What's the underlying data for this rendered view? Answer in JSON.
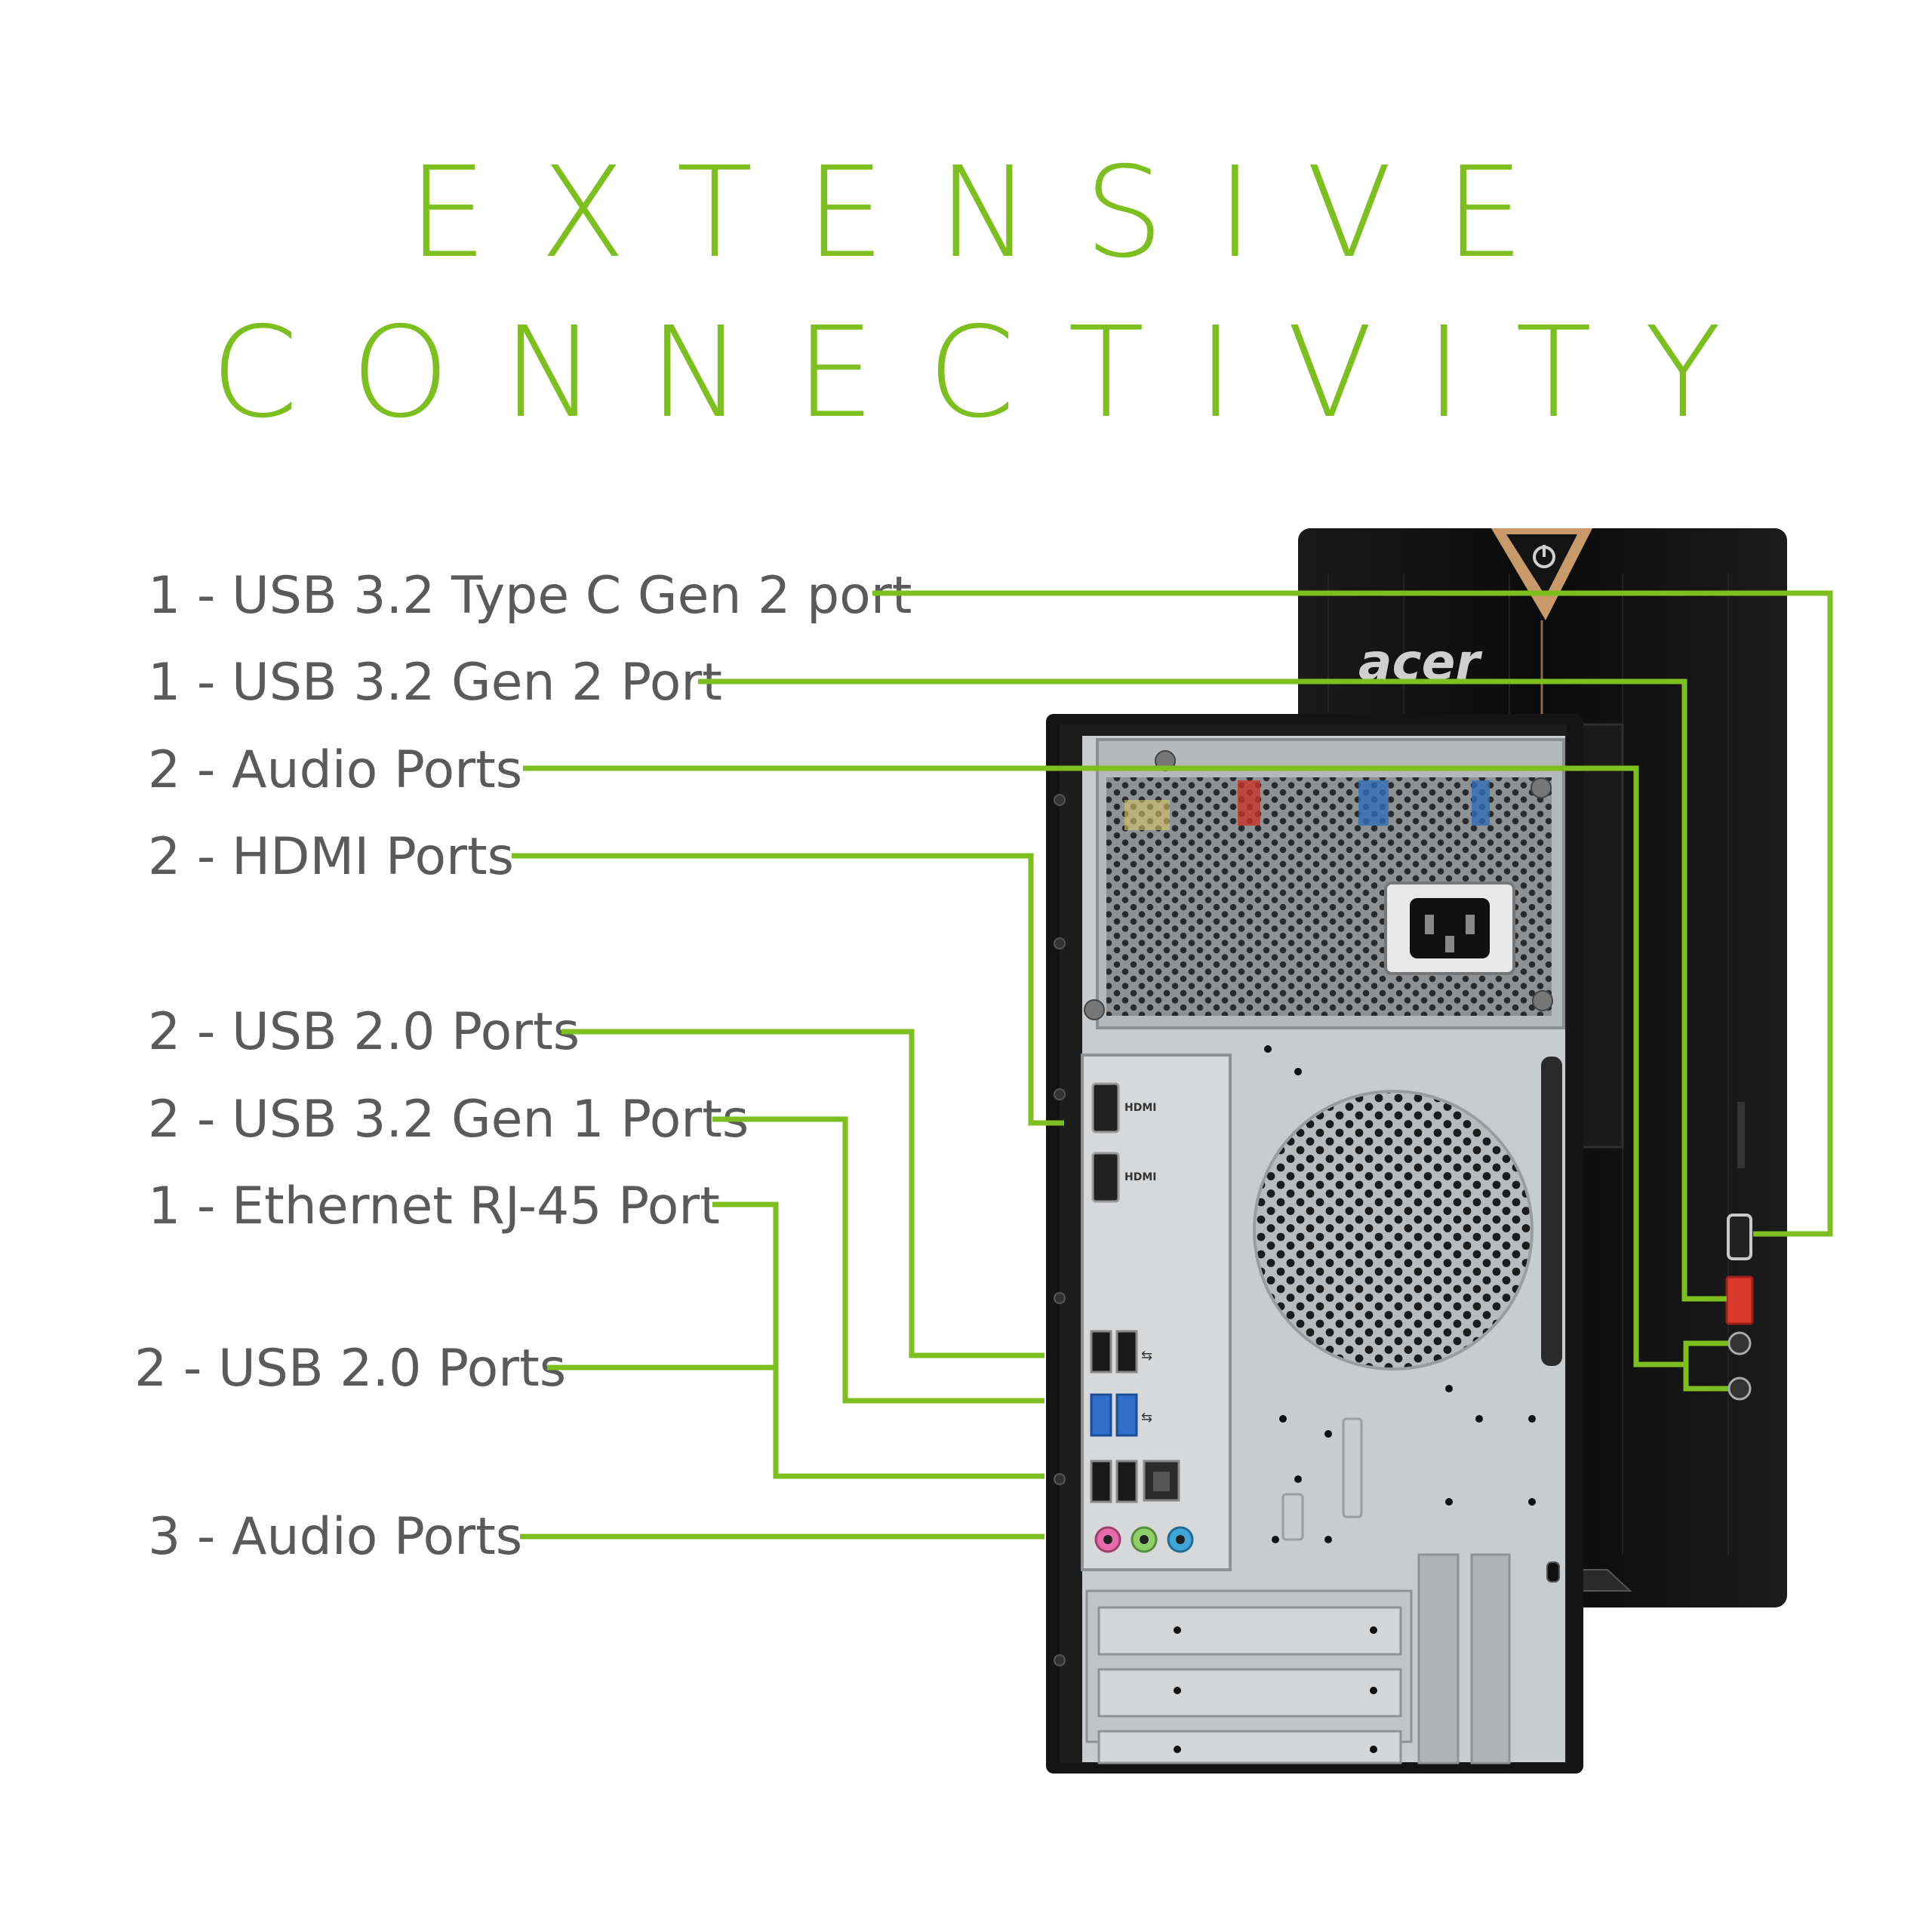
{
  "heading": {
    "line1": "EXTENSIVE",
    "line2": "CONNECTIVITY"
  },
  "labels": [
    "1 - USB 3.2 Type C Gen 2 port",
    "1 - USB 3.2 Gen 2 Port",
    "2 - Audio Ports",
    "2 - HDMI Ports",
    "2 - USB 2.0 Ports",
    "2 - USB 3.2 Gen 1 Ports",
    "1 - Ethernet RJ-45 Port",
    "2 - USB 2.0 Ports",
    "3 - Audio Ports"
  ],
  "product": {
    "brand_logo": "acer",
    "port_marking": "HDMI"
  },
  "colors": {
    "accent": "#7cbf1e",
    "label_text": "#5a5a5a",
    "case_black": "#111111",
    "panel_silver": "#c9ccce"
  }
}
